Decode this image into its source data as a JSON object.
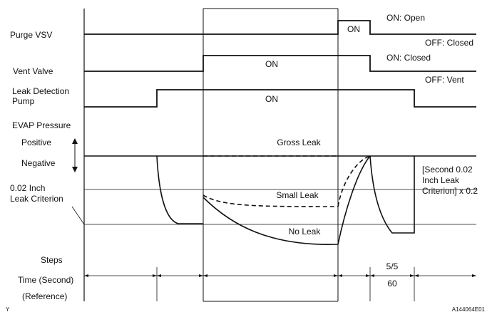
{
  "rows": {
    "purge_vsv": "Purge VSV",
    "vent_valve": "Vent Valve",
    "leak_pump_line1": "Leak Detection",
    "leak_pump_line2": "Pump",
    "evap_pressure": "EVAP Pressure",
    "positive": "Positive",
    "negative": "Negative",
    "criterion_line1": "0.02 Inch",
    "criterion_line2": "Leak Criterion",
    "steps": "Steps",
    "time": "Time (Second)",
    "reference": "(Reference)"
  },
  "states": {
    "purge_on": "ON",
    "purge_open": "ON: Open",
    "purge_closed": "OFF: Closed",
    "vent_on": "ON",
    "vent_closed": "ON: Closed",
    "vent_vent": "OFF: Vent",
    "pump_on": "ON"
  },
  "curves": {
    "gross_leak": "Gross Leak",
    "small_leak": "Small Leak",
    "no_leak": "No Leak"
  },
  "criterion_note": {
    "line1": "[Second 0.02",
    "line2": "Inch Leak",
    "line3": "Criterion] x 0.2"
  },
  "step_value": "5/5",
  "time_value": "60",
  "corner_left": "Y",
  "figure_code": "A144064E01",
  "colors": {
    "ink": "#111111",
    "grid": "#555555",
    "background": "#ffffff"
  }
}
